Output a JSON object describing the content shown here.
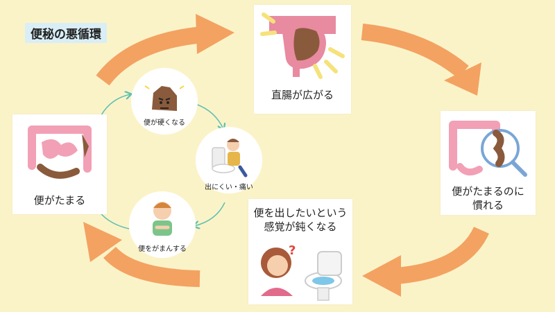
{
  "title": "便秘の悪循環",
  "boxes": {
    "rectum": {
      "label": "直腸が広がる"
    },
    "used_to": {
      "label_line1": "便がたまるのに",
      "label_line2": "慣れる"
    },
    "dull": {
      "label_line1": "便を出したいという",
      "label_line2": "感覚が鈍くなる"
    },
    "accumulate": {
      "label": "便がたまる"
    }
  },
  "inner": {
    "hard": {
      "label": "便が硬くなる"
    },
    "pain": {
      "label": "出にくい・痛い"
    },
    "hold": {
      "label": "便をがまんする"
    }
  },
  "colors": {
    "background": "#fbf3c8",
    "arrow": "#f3a261",
    "inner_arrow": "#5cc0b0",
    "title_bg": "#d9eef6",
    "intestine": "#f2a0b6",
    "stool": "#8a5a3c"
  }
}
